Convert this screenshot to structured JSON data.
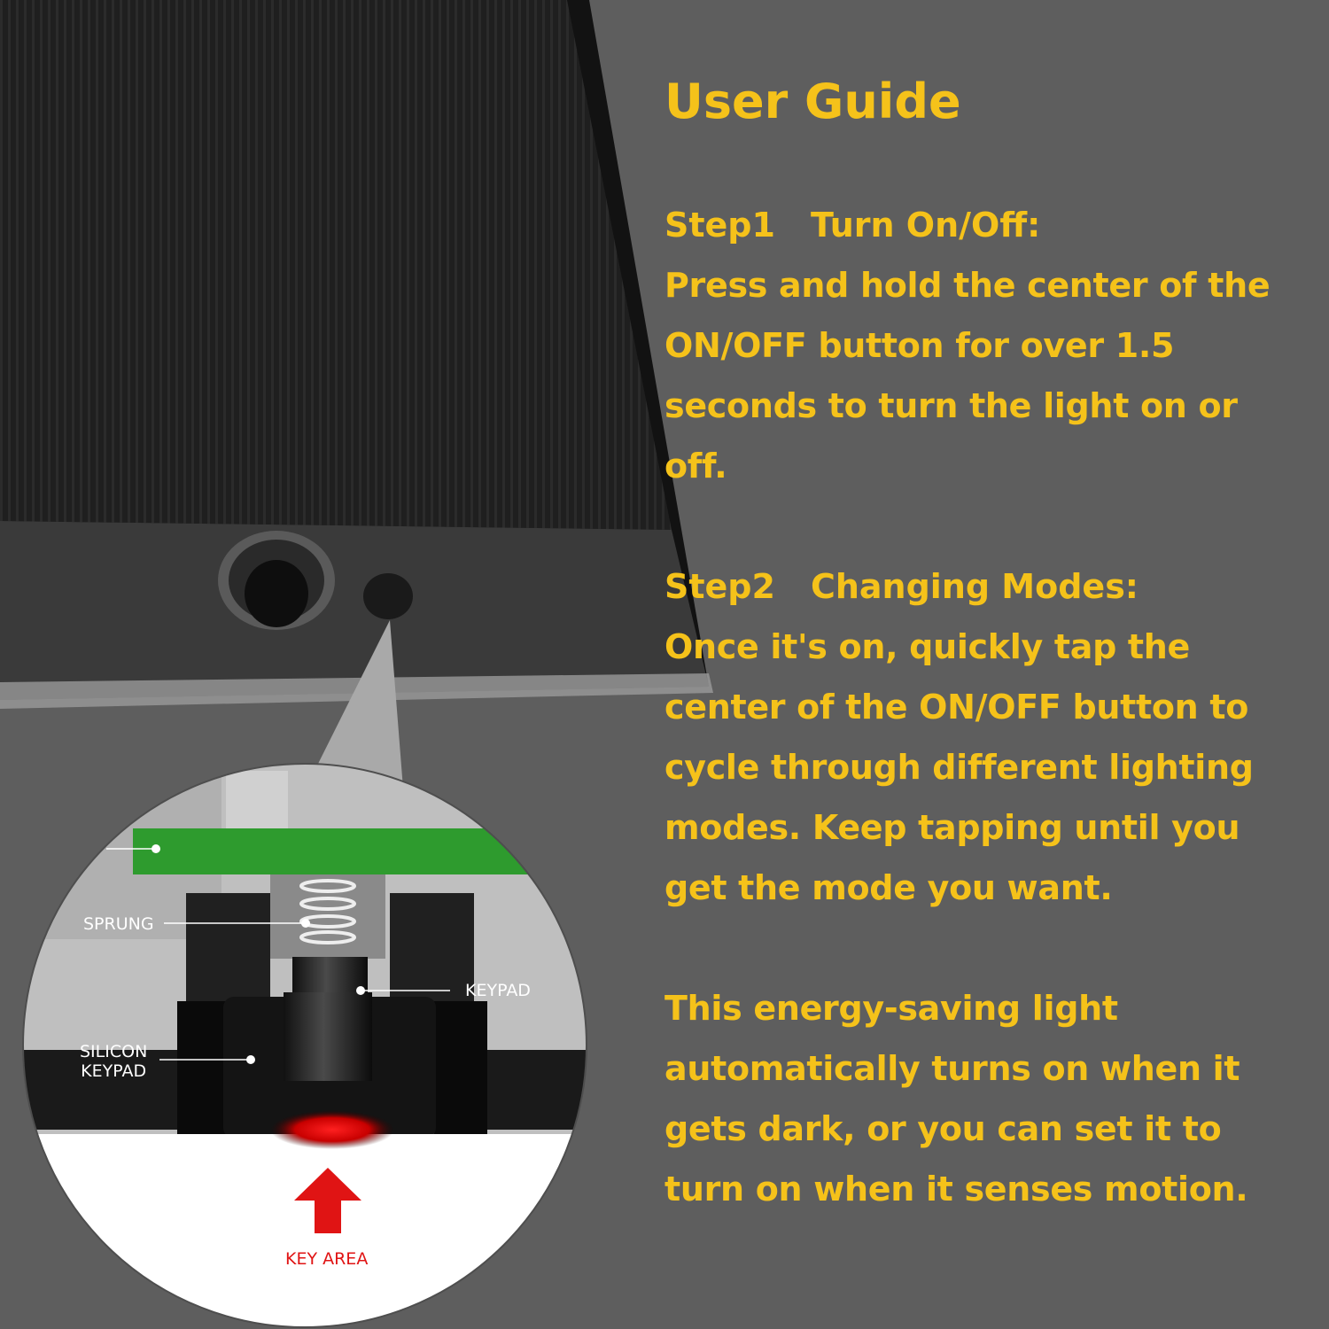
{
  "guide": {
    "title": "User Guide",
    "step1": {
      "label": "Step1",
      "heading": "Turn On/Off:",
      "text": "Press and hold the center of the ON/OFF button for over 1.5 seconds to turn the light on or off."
    },
    "step2": {
      "label": "Step2",
      "heading": "Changing Modes:",
      "text": "Once it's on, quickly tap the center of the ON/OFF button to cycle through different lighting modes. Keep tapping until you get the mode you want."
    },
    "note": "This energy-saving light automatically turns on when it gets dark, or you can set it to turn on when it senses motion."
  },
  "diagram": {
    "labels": {
      "sprung": "SPRUNG",
      "keypad": "KEYPAD",
      "silicon_line1": "SILICON",
      "silicon_line2": "KEYPAD",
      "key_area": "KEY AREA"
    }
  },
  "colors": {
    "background": "#5e5e5e",
    "accent_text": "#f5c21a",
    "pcb_green": "#2e9b2e",
    "key_red": "#e01414"
  }
}
